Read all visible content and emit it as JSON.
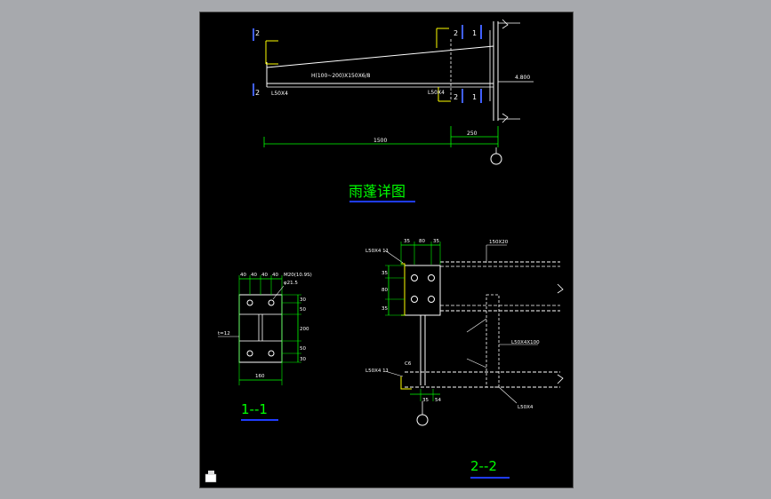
{
  "colors": {
    "canvas": "#a7a9ad",
    "sheet": "#000000",
    "line": "#ffffff",
    "dim": "#00ff00",
    "title": "#00ff00",
    "underline": "#1f3cff",
    "section_mark": "#4060ff",
    "plate": "#ffff00",
    "hatch": "#ff00ff"
  },
  "elevation": {
    "beam_label": "H(100~200)X150X6/8",
    "angle_left": "L50X4",
    "angle_right": "L50X4",
    "elev_mark": "4.800",
    "span_total": "1500",
    "span_right": "250",
    "sec_left_top": "2",
    "sec_left_bot": "2",
    "sec_right_top": "2",
    "sec_right_bot": "2",
    "sec_one_top": "1",
    "sec_one_bot": "1"
  },
  "titles": {
    "main": "雨蓬详图",
    "sec1": "1--1",
    "sec2": "2--2"
  },
  "section1": {
    "dim_top": [
      "40",
      "40",
      "40",
      "40"
    ],
    "bolt_note": "M20(10.9S)",
    "hole_note": "φ21.5",
    "dim_right": [
      "30",
      "50",
      "200",
      "50",
      "30"
    ],
    "plate_note": "t=12",
    "dim_bottom": "160"
  },
  "section2": {
    "angle_top": "L50X4 11",
    "dims_top": [
      "35",
      "80",
      "35"
    ],
    "beam_note": "150X20",
    "dims_left": [
      "35",
      "80",
      "35"
    ],
    "stiff_note": "L50X4X100",
    "angle_bot": "L50X4 11",
    "weld_note": "C6",
    "dims_bot": [
      "35",
      "54"
    ],
    "angle_right": "L50X4"
  },
  "toolbar": {
    "icon": "cad-cursor-icon"
  }
}
